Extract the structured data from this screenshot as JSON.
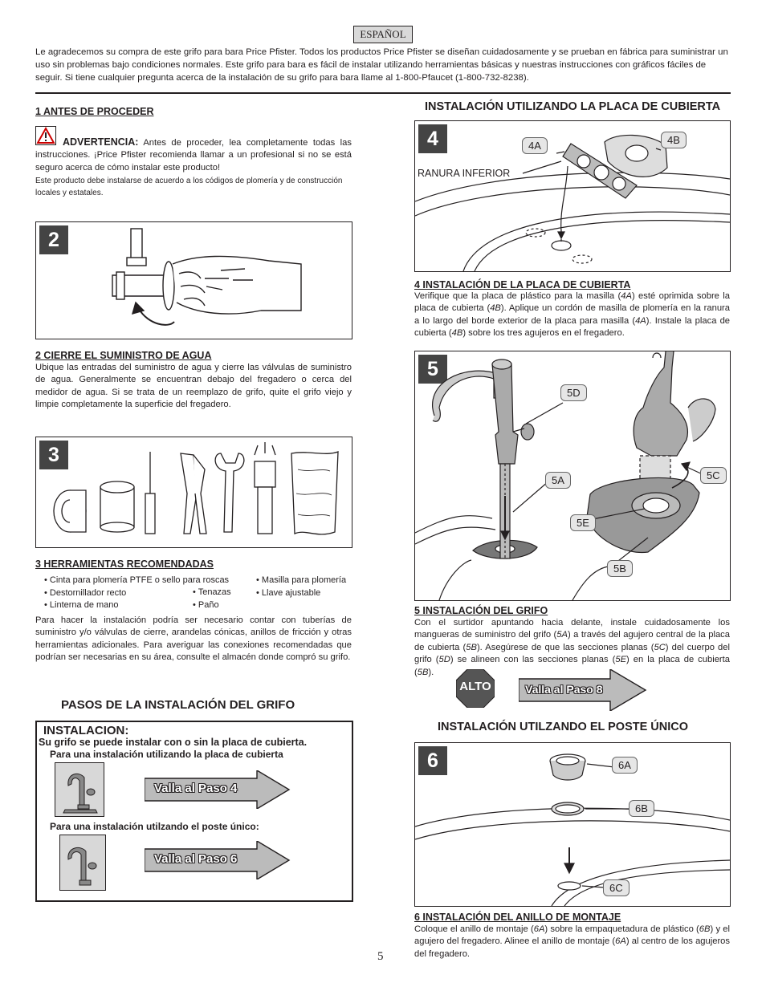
{
  "header": {
    "language": "ESPAÑOL",
    "intro": "Le agradecemos su compra de este grifo para bara Price Pfister. Todos los productos Price Pfister se diseñan cuidadosamente y se prueban en fábrica para suministrar un uso sin problemas bajo condiciones normales. Este grifo para bara es fácil de instalar utilizando herramientas básicas y nuestras instrucciones con gráficos fáciles de seguir. Si tiene cualquier pregunta acerca de la instalación de su grifo para bara llame al 1-800-Pfaucet (1-800-732-8238)."
  },
  "step1": {
    "heading": "1   ANTES DE PROCEDER",
    "warning_label": "ADVERTENCIA:",
    "warning_text": " Antes de proceder, lea completamente todas las instrucciones. ¡Price Pfister recomienda llamar a un profesional si no se está seguro acerca de cómo instalar este producto!",
    "note": "Este producto debe instalarse de acuerdo a los códigos de plomería y de construcción locales y estatales."
  },
  "step2": {
    "number": "2",
    "heading": "2   CIERRE EL SUMINISTRO DE AGUA",
    "text": "Ubique las entradas del suministro de agua y cierre las válvulas de suministro de agua. Generalmente se encuentran debajo del fregadero o cerca del medidor de agua. Si se trata de un reemplazo de grifo, quite el grifo viejo y limpie completamente la superficie del fregadero."
  },
  "step3": {
    "number": "3",
    "heading": "3   HERRAMIENTAS RECOMENDADAS",
    "tools_col1": [
      "• Cinta para plomería PTFE o sello para roscas",
      "• Destornillador recto",
      "• Linterna de mano"
    ],
    "tools_col2": [
      "• Tenazas",
      "• Paño"
    ],
    "tools_col3": [
      "• Masilla para plomería",
      "• Llave ajustable"
    ],
    "text": "Para hacer la instalación podría ser necesario contar con tuberías de suministro y/o válvulas de cierre, arandelas cónicas, anillos de fricción y otras herramientas adicionales. Para averiguar las conexiones recomendadas que podrían ser necesarias en su área, consulte el almacén donde compró su grifo."
  },
  "steps_box": {
    "title": "PASOS DE LA INSTALACIÓN DEL GRIFO",
    "label": "INSTALACION:",
    "subtitle": "Su grifo se puede instalar con o sin la placa de cubierta.",
    "option1": "Para una instalación utilizando la placa de cubierta",
    "option1_arrow": "Valla al Paso 4",
    "option2": "Para una instalación utilzando el poste único:",
    "option2_arrow": "Valla al Paso 6"
  },
  "step4": {
    "section_title": "INSTALACIÓN UTILIZANDO LA PLACA DE CUBIERTA",
    "number": "4",
    "label_4a": "4A",
    "label_4b": "4B",
    "groove_label": "RANURA INFERIOR",
    "heading": "4   INSTALACIÓN DE LA PLACA DE CUBIERTA",
    "t1": "Verifique que la placa de plástico para la masilla (",
    "r1": "4A",
    "t2": ") esté oprimida sobre la placa de cubierta (",
    "r2": "4B",
    "t3": "). Aplique un cordón de masilla de plomería en la ranura a lo largo del borde exterior de la placa para masilla (",
    "r3": "4A",
    "t4": "). Instale la placa de cubierta (",
    "r4": "4B",
    "t5": ") sobre los tres agujeros en el fregadero."
  },
  "step5": {
    "number": "5",
    "labels": {
      "a": "5A",
      "b": "5B",
      "c": "5C",
      "d": "5D",
      "e": "5E"
    },
    "heading": "5   INSTALACIÓN DEL GRIFO",
    "t1": "Con el surtidor apuntando hacia delante, instale cuidadosamente los mangueras de suministro del grifo (",
    "r1": "5A",
    "t2": ") a través del agujero central de la placa de cubierta (",
    "r2": "5B",
    "t3": "). Asegúrese de que las secciones planas (",
    "r3": "5C",
    "t4": ") del cuerpo del grifo (",
    "r4": "5D",
    "t5": ") se alineen con las secciones planas (",
    "r5": "5E",
    "t6": ") en la placa de cubierta (",
    "r6": "5B",
    "t7": ")."
  },
  "stop": {
    "sign": "ALTO",
    "arrow": "Valla al Paso 8"
  },
  "step6": {
    "section_title": "INSTALACIÓN UTILZANDO EL POSTE ÚNICO",
    "number": "6",
    "labels": {
      "a": "6A",
      "b": "6B",
      "c": "6C"
    },
    "heading": "6   INSTALACIÓN DEL ANILLO DE MONTAJE",
    "t1": "Coloque el anillo de montaje (",
    "r1": "6A",
    "t2": ") sobre la empaquetadura de plástico (",
    "r2": "6B",
    "t3": ") y el agujero del fregadero. Alinee el anillo de montaje (",
    "r3": "6A",
    "t4": ") al centro de los agujeros del fregadero."
  },
  "footer": {
    "page_number": "5"
  }
}
